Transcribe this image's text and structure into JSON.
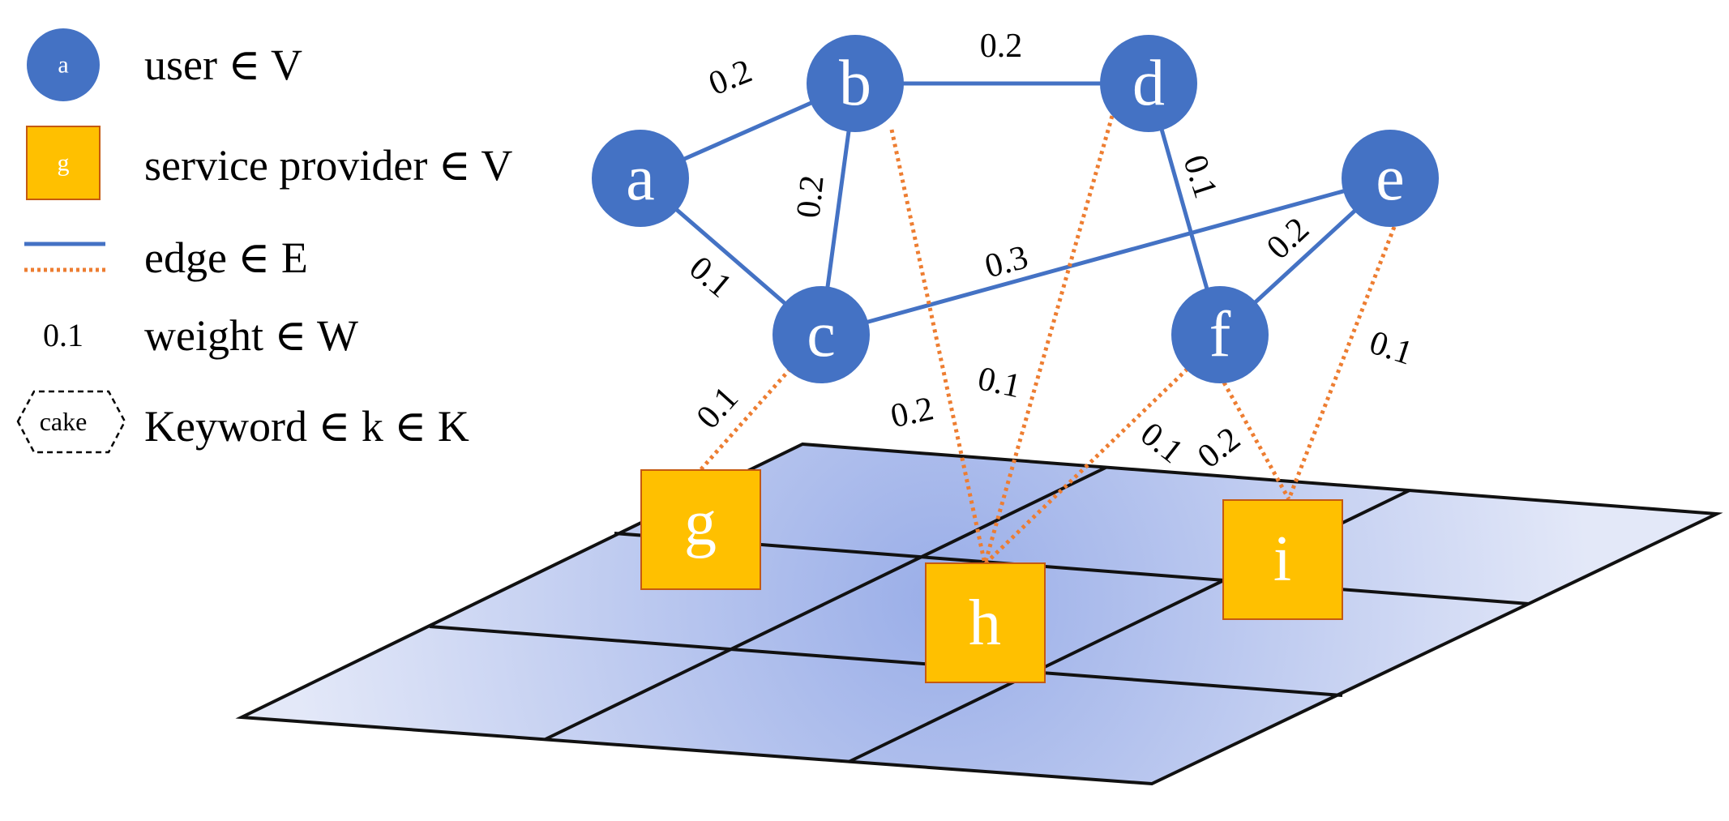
{
  "legend": {
    "user": {
      "symbol": "a",
      "text": "user ∈ V"
    },
    "provider": {
      "symbol": "g",
      "text": "service provider ∈ V"
    },
    "edge": {
      "text": "edge ∈ E"
    },
    "weight": {
      "symbol": "0.1",
      "text": "weight ∈ W"
    },
    "keyword": {
      "symbol": "cake",
      "text": "Keyword ∈ k ∈ K"
    }
  },
  "users": [
    "a",
    "b",
    "c",
    "d",
    "e",
    "f"
  ],
  "providers": [
    "g",
    "h",
    "i"
  ],
  "solid_edges": [
    {
      "from": "a",
      "to": "b",
      "weight": "0.2"
    },
    {
      "from": "b",
      "to": "d",
      "weight": "0.2"
    },
    {
      "from": "b",
      "to": "c",
      "weight": "0.2"
    },
    {
      "from": "a",
      "to": "c",
      "weight": "0.1"
    },
    {
      "from": "c",
      "to": "e",
      "weight": "0.3"
    },
    {
      "from": "d",
      "to": "f",
      "weight": "0.1"
    },
    {
      "from": "e",
      "to": "f",
      "weight": "0.2"
    }
  ],
  "dotted_edges": [
    {
      "from": "c",
      "to": "g",
      "weight": "0.1"
    },
    {
      "from": "b",
      "to": "h",
      "weight": "0.2"
    },
    {
      "from": "d",
      "to": "h",
      "weight": "0.1"
    },
    {
      "from": "f",
      "to": "h",
      "weight": "0.1"
    },
    {
      "from": "f",
      "to": "i",
      "weight": "0.2"
    },
    {
      "from": "e",
      "to": "i",
      "weight": "0.1"
    }
  ],
  "colors": {
    "user_fill": "#4472C4",
    "provider_fill": "#FFC000",
    "provider_stroke": "#C55A11",
    "edge": "#4472C4",
    "dotted_edge": "#ED7D31",
    "grid_center": "#9FB3EA",
    "grid_edge": "#DCE3F6"
  }
}
